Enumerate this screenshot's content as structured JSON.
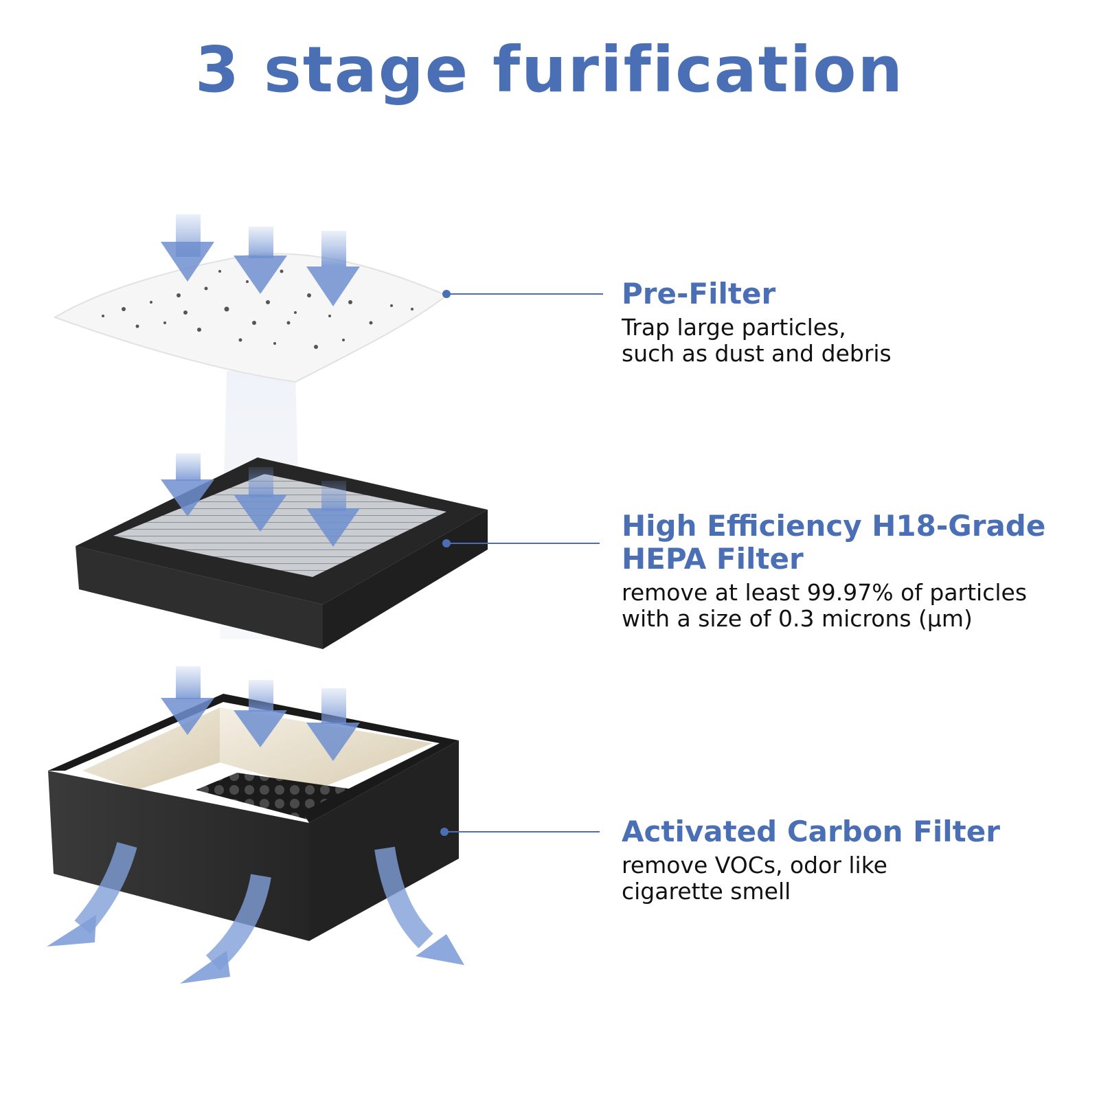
{
  "title": "3 stage furification",
  "colors": {
    "accent": "#4a6fb5",
    "text": "#111111",
    "filter_frame": "#2a2a2a",
    "arrow": "#7f9fd8"
  },
  "stages": [
    {
      "name": "Pre-Filter",
      "desc_lines": [
        "Trap large particles,",
        "such as dust and debris"
      ],
      "image_icon": "pre-filter-sheet"
    },
    {
      "name_lines": [
        "High Efficiency H18-Grade",
        "HEPA Filter"
      ],
      "desc_lines": [
        "remove at least 99.97% of particles",
        "with a size of 0.3 microns (μm)"
      ],
      "image_icon": "hepa-filter-block"
    },
    {
      "name": "Activated Carbon Filter",
      "desc_lines": [
        "remove VOCs, odor like",
        "cigarette smell"
      ],
      "image_icon": "carbon-filter-box"
    }
  ]
}
